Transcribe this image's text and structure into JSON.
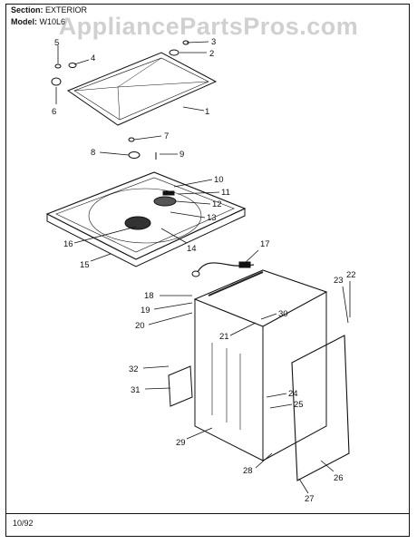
{
  "header": {
    "section_label": "Section:",
    "section_value": "EXTERIOR",
    "model_label": "Model:",
    "model_value": "W10L6"
  },
  "watermark": "AppliancePartsPros.com",
  "footer": {
    "date": "10/92"
  },
  "callouts": [
    "1",
    "2",
    "3",
    "4",
    "5",
    "6",
    "7",
    "8",
    "9",
    "10",
    "11",
    "12",
    "13",
    "14",
    "15",
    "16",
    "17",
    "18",
    "19",
    "20",
    "21",
    "22",
    "23",
    "24",
    "25",
    "26",
    "27",
    "28",
    "29",
    "30",
    "31",
    "32"
  ]
}
